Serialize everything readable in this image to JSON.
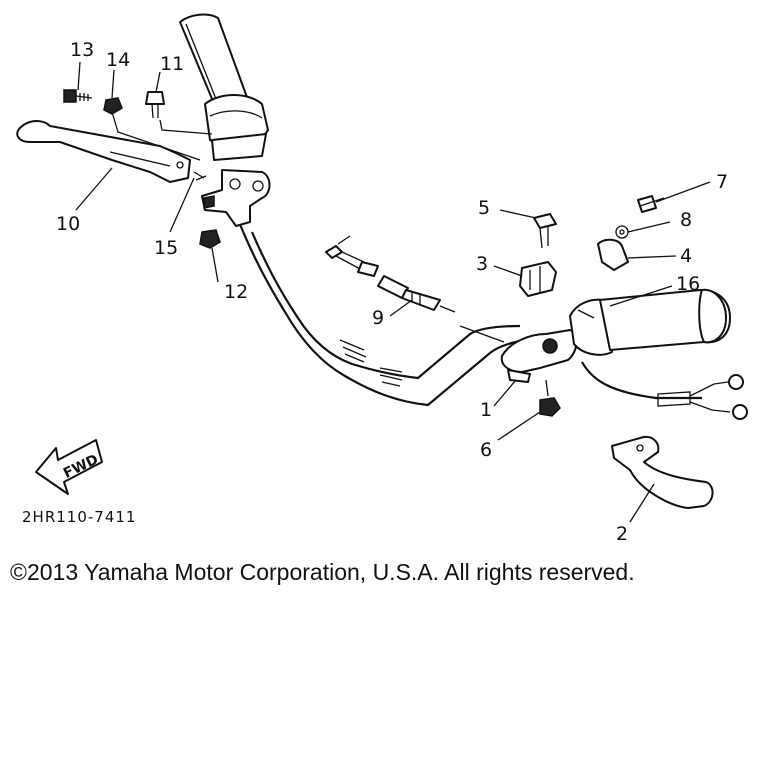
{
  "diagram": {
    "part_numbers": [
      "1",
      "2",
      "3",
      "4",
      "5",
      "6",
      "7",
      "8",
      "9",
      "10",
      "11",
      "12",
      "13",
      "14",
      "15",
      "16"
    ],
    "drawing_code": "2HR110-7411",
    "direction_label": "FWD"
  },
  "footer": {
    "copyright": "©2013 Yamaha Motor Corporation, U.S.A. All rights reserved."
  }
}
